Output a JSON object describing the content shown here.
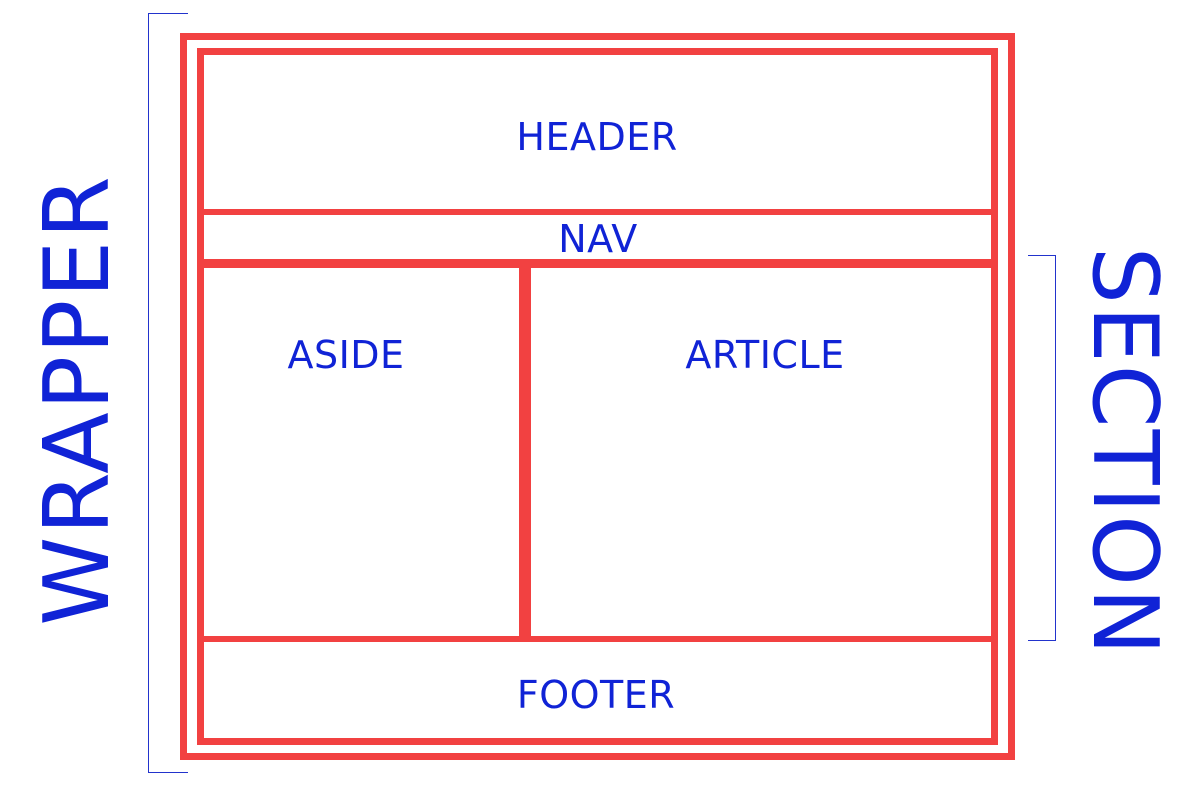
{
  "diagram": {
    "wrapper_label": "WRAPPER",
    "section_label": "SECTION",
    "header_label": "HEADER",
    "nav_label": "NAV",
    "aside_label": "ASIDE",
    "article_label": "ARTICLE",
    "footer_label": "FOOTER",
    "colors": {
      "text": "#1023d6",
      "border": "#f24141",
      "bracket": "#2233cc"
    }
  }
}
